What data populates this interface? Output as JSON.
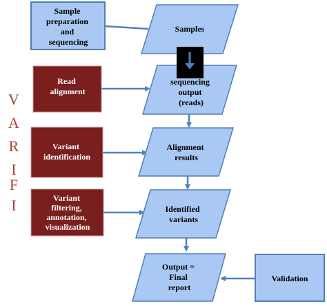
{
  "colors": {
    "blue_fill": "#a9c8f3",
    "blue_stroke": "#4f7fb8",
    "red_fill": "#7a1e1e",
    "red_stroke": "#c59a9a",
    "arrow": "#4f81bd",
    "varifi": "#a8423a",
    "overlay_black": "#000000"
  },
  "side_title": {
    "letters": [
      "V",
      "A",
      "R",
      "I",
      "F",
      "I"
    ]
  },
  "nodes": {
    "sample_prep": {
      "lines": [
        "Sample",
        "preparation",
        "and",
        "sequencing"
      ]
    },
    "samples": {
      "lines": [
        "Samples"
      ]
    },
    "read_alignment": {
      "lines": [
        "Read",
        "alignment"
      ]
    },
    "sequencing_output": {
      "lines": [
        "sequencing",
        "output",
        "(reads)"
      ]
    },
    "variant_identification": {
      "lines": [
        "Variant",
        "identification"
      ]
    },
    "alignment_results": {
      "lines": [
        "Alignment",
        "results"
      ]
    },
    "variant_filtering": {
      "lines": [
        "Variant",
        "filtering,",
        "annotation,",
        "visualization"
      ]
    },
    "identified_variants": {
      "lines": [
        "Identified",
        "variants"
      ]
    },
    "final_report": {
      "lines": [
        "Output =",
        "Final",
        "report"
      ]
    },
    "validation": {
      "lines": [
        "Validation"
      ]
    }
  }
}
